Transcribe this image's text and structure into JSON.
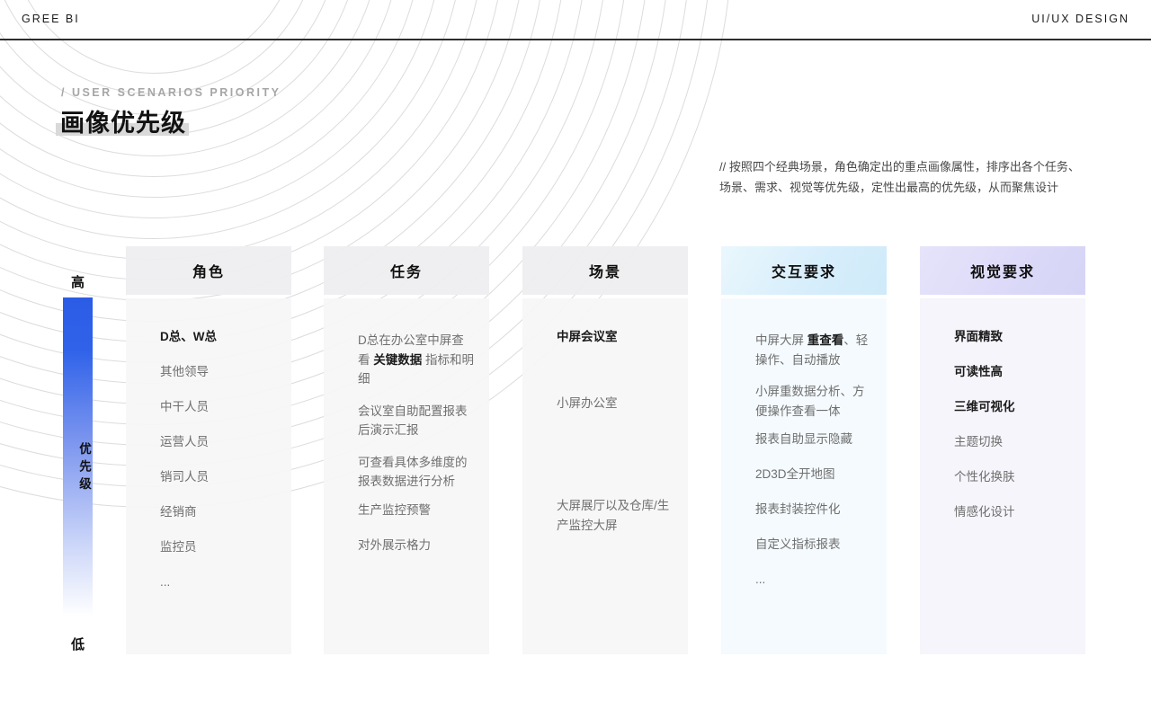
{
  "topbar": {
    "left": "GREE BI",
    "right": "UI/UX DESIGN"
  },
  "hero": {
    "eyebrow": "/ USER SCENARIOS PRIORITY",
    "title": "画像优先级",
    "description": "// 按照四个经典场景，角色确定出的重点画像属性，排序出各个任务、场景、需求、视觉等优先级，定性出最高的优先级，从而聚焦设计"
  },
  "axis": {
    "high": "高",
    "label": "优先级",
    "low": "低",
    "bar_color": "#2c5ce6"
  },
  "colors": {
    "accent_blue": "#2c5ce6",
    "header_gray": "#eeeef0",
    "body_gray": "#f6f6f8",
    "header_blue": "#d7eefb",
    "body_blue": "#f4fafd",
    "header_purple": "#dad8f7",
    "body_purple": "#f5f5fb",
    "title_highlight": "#d9d9d9"
  },
  "columns": [
    {
      "title": "角色",
      "items": [
        {
          "text": "D总、W总",
          "bold": true
        },
        {
          "text": "其他领导"
        },
        {
          "text": "中干人员"
        },
        {
          "text": "运营人员"
        },
        {
          "text": "销司人员"
        },
        {
          "text": "经销商"
        },
        {
          "text": "监控员"
        },
        {
          "text": "..."
        }
      ]
    },
    {
      "title": "任务",
      "items": [
        {
          "segments": [
            "D总在办公室中屏查看 ",
            "关键数据",
            " 指标和明细"
          ]
        },
        {
          "text": "会议室自助配置报表后演示汇报"
        },
        {
          "text": "可查看具体多维度的报表数据进行分析"
        },
        {
          "text": "生产监控预警"
        },
        {
          "text": "对外展示格力"
        }
      ]
    },
    {
      "title": "场景",
      "items": [
        {
          "text": "中屏会议室",
          "bold": true
        },
        {
          "text": "小屏办公室"
        },
        {
          "text": "大屏展厅以及仓库/生产监控大屏"
        }
      ]
    },
    {
      "title": "交互要求",
      "items": [
        {
          "segments": [
            "中屏大屏 ",
            "重查看",
            "、轻操作、自动播放"
          ]
        },
        {
          "text": "小屏重数据分析、方便操作查看一体"
        },
        {
          "text": "报表自助显示隐藏"
        },
        {
          "text": "2D3D全开地图"
        },
        {
          "text": "报表封装控件化"
        },
        {
          "text": "自定义指标报表"
        },
        {
          "text": "..."
        }
      ]
    },
    {
      "title": "视觉要求",
      "items": [
        {
          "text": "界面精致",
          "bold": true
        },
        {
          "text": "可读性高",
          "bold": true
        },
        {
          "text": "三维可视化",
          "bold": true
        },
        {
          "text": "主题切换"
        },
        {
          "text": "个性化换肤"
        },
        {
          "text": "情感化设计"
        }
      ]
    }
  ]
}
